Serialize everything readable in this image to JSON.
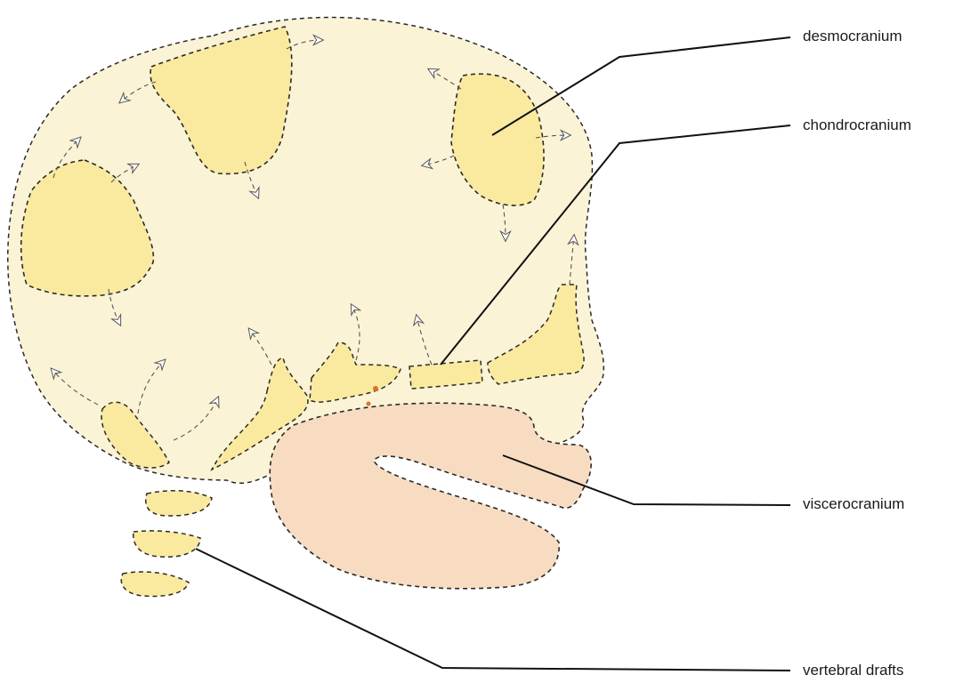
{
  "colors": {
    "desmocranium_fill": "#fbf3d6",
    "chondro_fill": "#faea9f",
    "viscero_fill": "#f8dcc2",
    "outline": "#2a2a2a",
    "arrow": "#555555",
    "leader": "#111111",
    "accent": "#d9722b"
  },
  "labels": {
    "desmocranium": "desmocranium",
    "chondrocranium": "chondrocranium",
    "viscerocranium": "viscerocranium",
    "vertebral": "vertebral drafts"
  }
}
